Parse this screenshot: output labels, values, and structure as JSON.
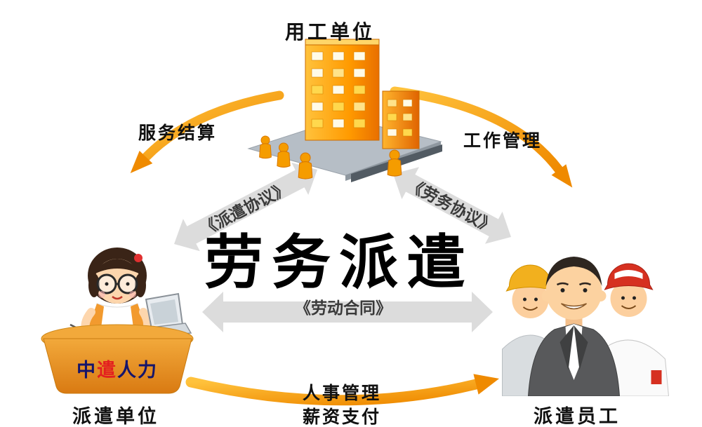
{
  "diagram": {
    "center_title": "劳务派遣",
    "employer": {
      "label": "用工单位"
    },
    "dispatch_unit": {
      "label": "派遣单位",
      "sign_part1": "中",
      "sign_part2": "遣",
      "sign_part3": "人力"
    },
    "employees": {
      "label": "派遣员工"
    },
    "arrows": {
      "service_settlement": "服务结算",
      "work_management": "工作管理",
      "dispatch_agreement": "《派遣协议》",
      "labor_service_agreement": "《劳务协议》",
      "labor_contract": "《劳动合同》",
      "hr_management": "人事管理",
      "salary_payment": "薪资支付"
    },
    "colors": {
      "arrow_orange": "#F6A21C",
      "band_gray": "#DCDCDC",
      "building_orange": "#FF8C00",
      "desk_orange": "#E8891E",
      "sign_red": "#E31F1F",
      "sign_dark": "#15156B",
      "title_black": "#000000"
    }
  }
}
